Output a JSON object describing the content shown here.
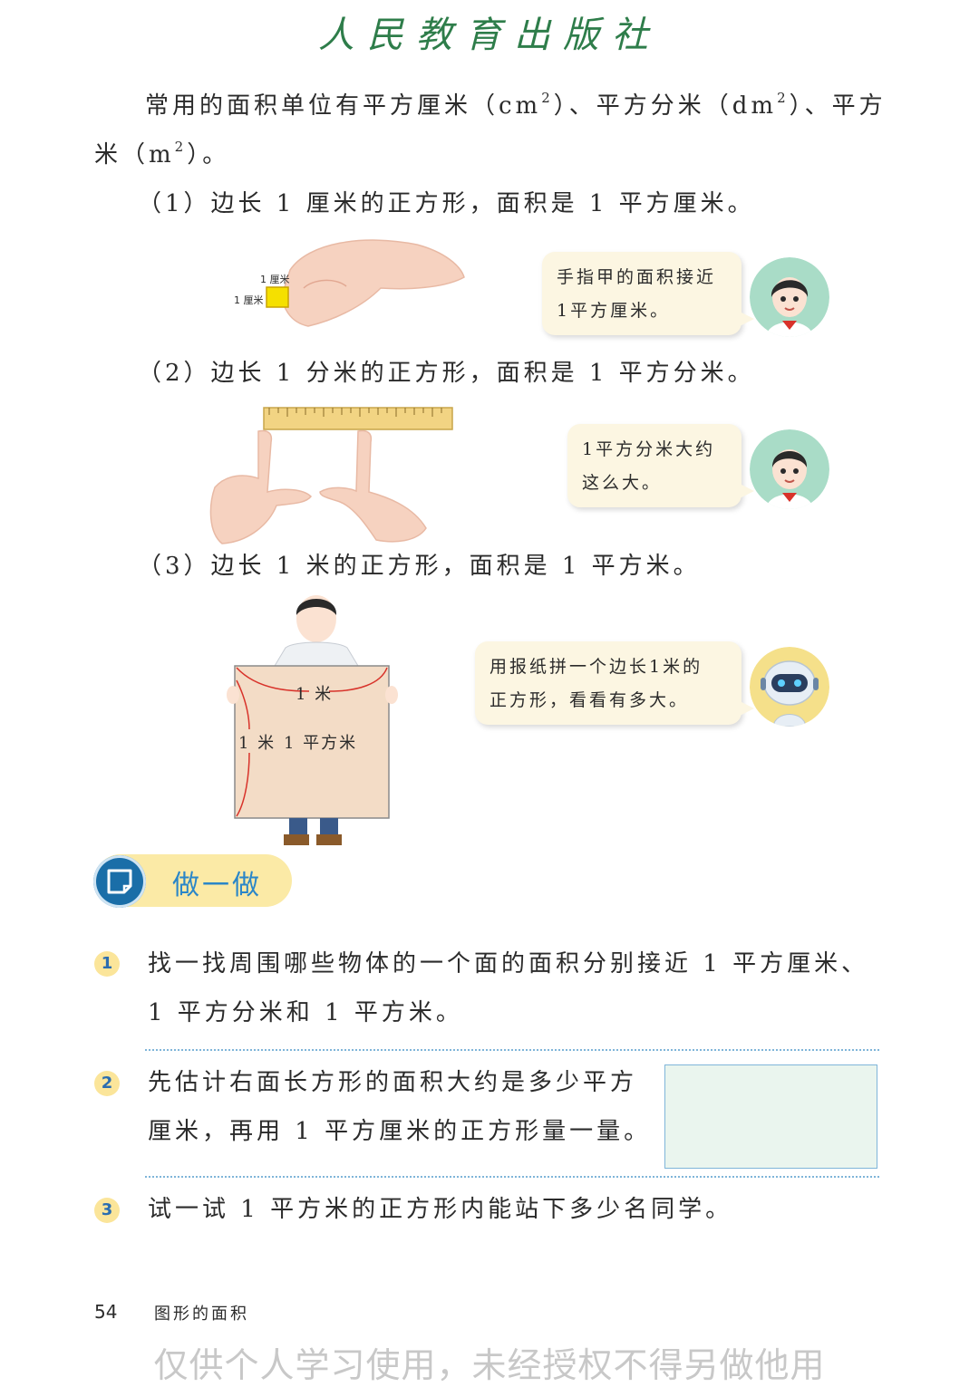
{
  "header": {
    "publisher": "人民教育出版社"
  },
  "intro": {
    "line1_pre": "常用的面积单位有平方厘米（cm",
    "line1_mid": "）、平方分米（dm",
    "line1_post": "）、平方",
    "line2_pre": "米（m",
    "line2_post": "）。",
    "sup": "2"
  },
  "items": [
    {
      "text": "（1）边长 1 厘米的正方形，面积是 1 平方厘米。"
    },
    {
      "text": "（2）边长 1 分米的正方形，面积是 1 平方分米。"
    },
    {
      "text": "（3）边长 1 米的正方形，面积是 1 平方米。"
    }
  ],
  "figure1": {
    "side_top": "1 厘米",
    "side_left": "1 厘米"
  },
  "bubbles": [
    {
      "line1": "手指甲的面积接近",
      "line2": "1平方厘米。"
    },
    {
      "line1": "1平方分米大约",
      "line2": "这么大。"
    },
    {
      "line1": "用报纸拼一个边长1米的",
      "line2": "正方形，看看有多大。"
    }
  ],
  "figure3": {
    "top_label": "1 米",
    "left_label": "1 米",
    "center_label": "1 平方米"
  },
  "section": {
    "title": "做一做"
  },
  "exercises": [
    {
      "num": "1",
      "line1": "找一找周围哪些物体的一个面的面积分别接近 1 平方厘米、",
      "line2": "1 平方分米和 1 平方米。"
    },
    {
      "num": "2",
      "line1": "先估计右面长方形的面积大约是多少平方",
      "line2": "厘米，再用 1 平方厘米的正方形量一量。"
    },
    {
      "num": "3",
      "line1": "试一试 1 平方米的正方形内能站下多少名同学。"
    }
  ],
  "footer": {
    "page": "54",
    "chapter": "图形的面积"
  },
  "watermark": "仅供个人学习使用，未经授权不得另做他用",
  "colors": {
    "accent_blue": "#2a86c8",
    "badge_yellow": "#fbe59a",
    "publisher_green": "#2e7d4a"
  }
}
